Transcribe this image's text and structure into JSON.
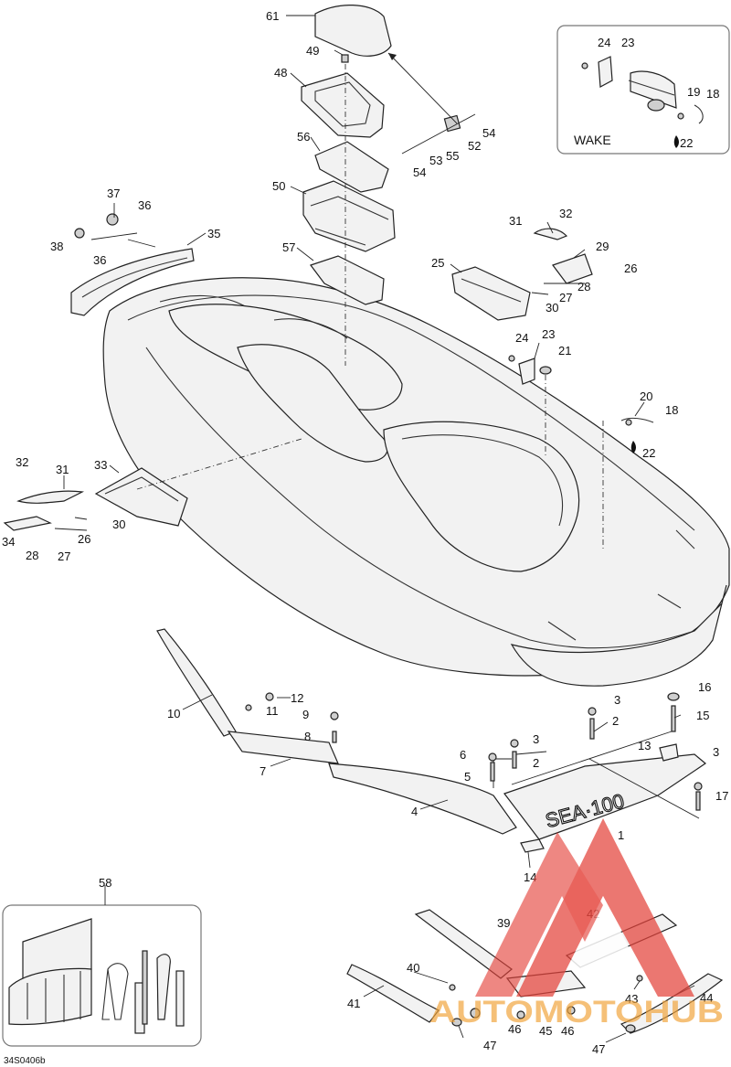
{
  "diagram_code": "34S0406b",
  "inset_wake_label": "WAKE",
  "watermark": {
    "brand": "AUTOMOTOHUB"
  },
  "colors": {
    "watermark_red": "#e4433b",
    "watermark_orange": "#f0a23a",
    "line": "#222222",
    "box": "#777777"
  },
  "callouts": [
    {
      "label": "61"
    },
    {
      "label": "49"
    },
    {
      "label": "48"
    },
    {
      "label": "56"
    },
    {
      "label": "50"
    },
    {
      "label": "57"
    },
    {
      "label": "54"
    },
    {
      "label": "52"
    },
    {
      "label": "55"
    },
    {
      "label": "53"
    },
    {
      "label": "54"
    },
    {
      "label": "37"
    },
    {
      "label": "36"
    },
    {
      "label": "38"
    },
    {
      "label": "36"
    },
    {
      "label": "35"
    },
    {
      "label": "31"
    },
    {
      "label": "32"
    },
    {
      "label": "29"
    },
    {
      "label": "25"
    },
    {
      "label": "26"
    },
    {
      "label": "28"
    },
    {
      "label": "27"
    },
    {
      "label": "30"
    },
    {
      "label": "24"
    },
    {
      "label": "23"
    },
    {
      "label": "21"
    },
    {
      "label": "20"
    },
    {
      "label": "18"
    },
    {
      "label": "22"
    },
    {
      "label": "32"
    },
    {
      "label": "31"
    },
    {
      "label": "33"
    },
    {
      "label": "30"
    },
    {
      "label": "34"
    },
    {
      "label": "28"
    },
    {
      "label": "27"
    },
    {
      "label": "26"
    },
    {
      "label": "24"
    },
    {
      "label": "23"
    },
    {
      "label": "19"
    },
    {
      "label": "18"
    },
    {
      "label": "22"
    },
    {
      "label": "10"
    },
    {
      "label": "12"
    },
    {
      "label": "11"
    },
    {
      "label": "9"
    },
    {
      "label": "8"
    },
    {
      "label": "7"
    },
    {
      "label": "6"
    },
    {
      "label": "3"
    },
    {
      "label": "2"
    },
    {
      "label": "5"
    },
    {
      "label": "4"
    },
    {
      "label": "3"
    },
    {
      "label": "2"
    },
    {
      "label": "16"
    },
    {
      "label": "15"
    },
    {
      "label": "13"
    },
    {
      "label": "3"
    },
    {
      "label": "17"
    },
    {
      "label": "1"
    },
    {
      "label": "14"
    },
    {
      "label": "58"
    },
    {
      "label": "39"
    },
    {
      "label": "42"
    },
    {
      "label": "40"
    },
    {
      "label": "41"
    },
    {
      "label": "43"
    },
    {
      "label": "44"
    },
    {
      "label": "46"
    },
    {
      "label": "45"
    },
    {
      "label": "46"
    },
    {
      "label": "47"
    },
    {
      "label": "47"
    }
  ]
}
